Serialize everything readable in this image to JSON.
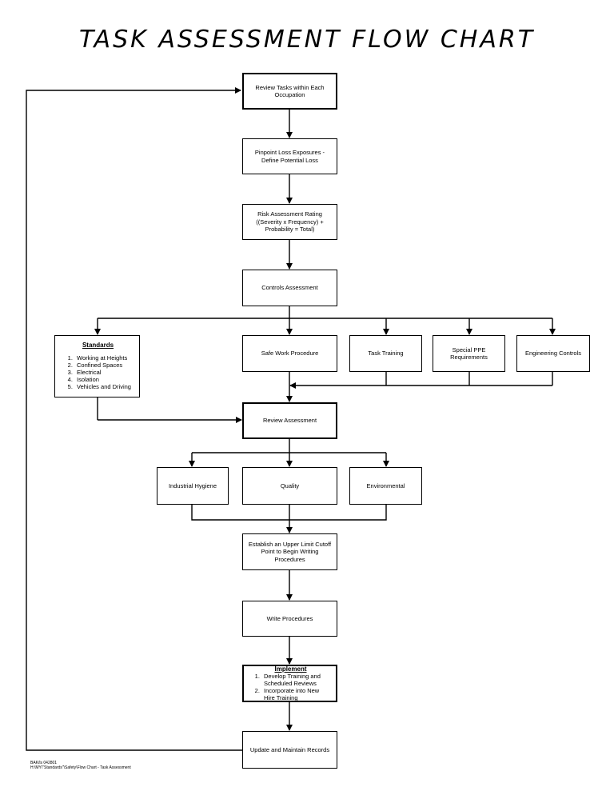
{
  "title": "TASK ASSESSMENT FLOW CHART",
  "nodes": {
    "review_tasks": "Review Tasks within Each Occupation",
    "pinpoint": "Pinpoint Loss Exposures - Define Potential Loss",
    "risk_rating": "Risk Assessment Rating ((Severity x Frequency) + Probability = Total)",
    "controls": "Controls Assessment",
    "safe_work": "Safe Work Procedure",
    "task_training": "Task Training",
    "special_ppe": "Special PPE Requirements",
    "engineering": "Engineering Controls",
    "review_assessment": "Review Assessment",
    "industrial_hygiene": "Industrial Hygiene",
    "quality": "Quality",
    "environmental": "Environmental",
    "upper_limit": "Establish an Upper Limit Cutoff Point to Begin Writing Procedures",
    "write_procedures": "Write Procedures",
    "update_records": "Update and Maintain Records"
  },
  "standards": {
    "title": "Standards",
    "items": [
      "Working at Heights",
      "Confined Spaces",
      "Electrical",
      "Isolation",
      "Vehicles and Driving"
    ]
  },
  "implement": {
    "title": "Implement",
    "items": [
      "Develop Training and Scheduled Reviews",
      "Incorporate into New Hire Training"
    ]
  },
  "footer": {
    "line1": "BAK/ls 042801",
    "line2": "H:\\MY\\\"Standards\"\\Safety\\Flow Chart - Task Assessment"
  }
}
